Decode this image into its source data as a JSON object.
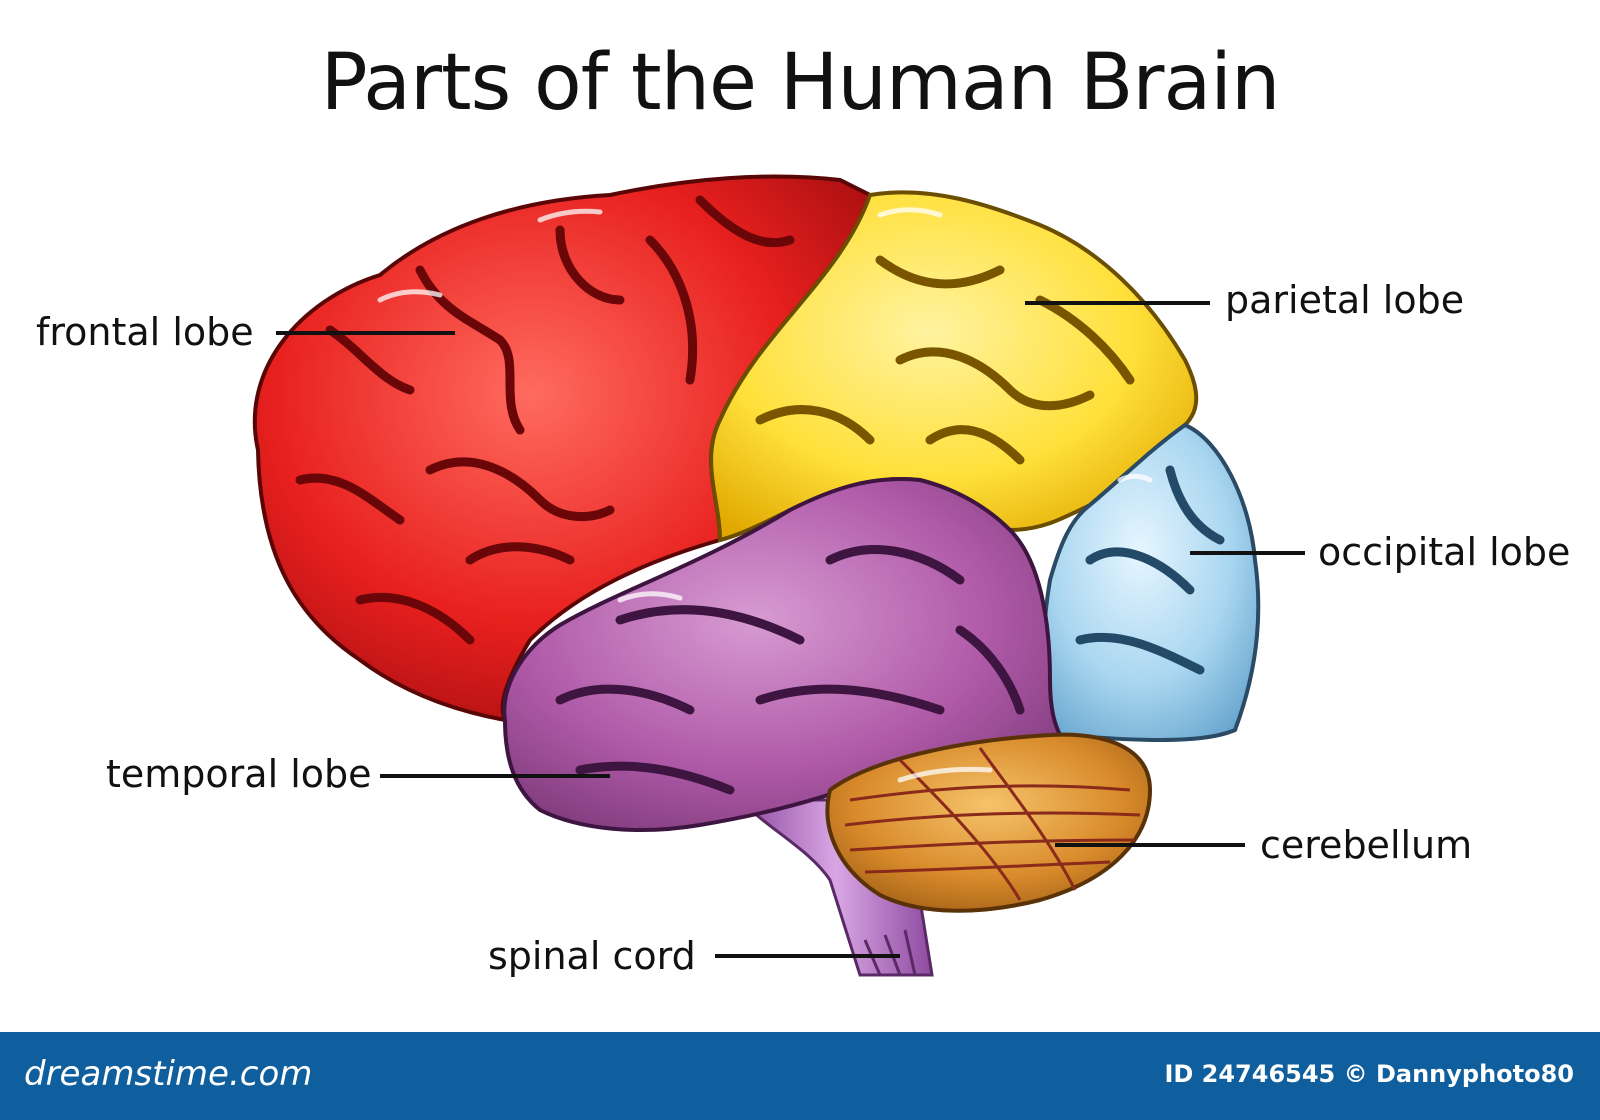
{
  "title": "Parts of the Human Brain",
  "labels": {
    "frontal": "frontal lobe",
    "parietal": "parietal lobe",
    "occipital": "occipital lobe",
    "temporal": "temporal lobe",
    "cerebellum": "cerebellum",
    "spinal": "spinal cord"
  },
  "colors": {
    "frontal": "#e8201e",
    "parietal": "#ffe03a",
    "occipital": "#a9d6f0",
    "temporal": "#b05aa8",
    "cerebellum": "#d88a2a",
    "spinal": "#b878c8",
    "footer": "#0f5f9e"
  },
  "footer": {
    "brand": "dreamstime.com",
    "credit": "ID 24746545 © Dannyphoto80"
  }
}
